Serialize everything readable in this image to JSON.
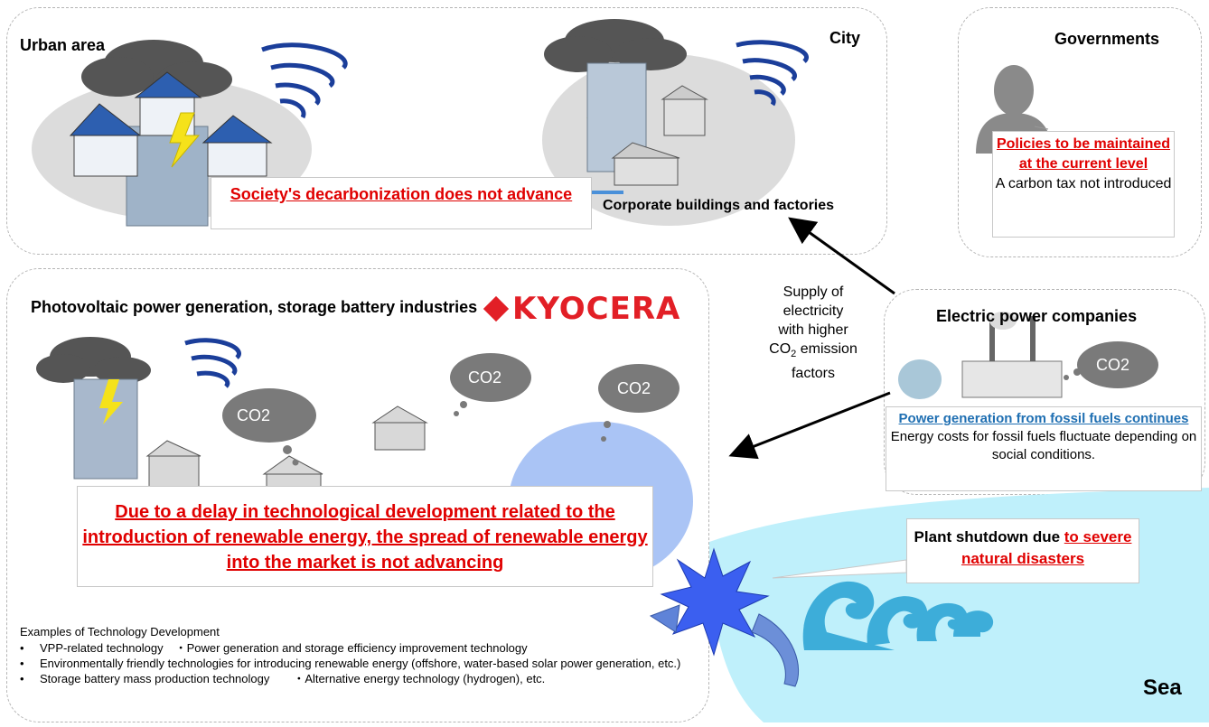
{
  "urban": {
    "label": "Urban area",
    "city_label": "City",
    "callout": "Society's decarbonization does not advance",
    "corporate_label": "Corporate buildings and factories"
  },
  "governments": {
    "title": "Governments",
    "policy": "Policies to be maintained at the current level",
    "tax": "A carbon tax not introduced"
  },
  "pv": {
    "title": "Photovoltaic power generation, storage battery industries",
    "logo": "KYOCERA",
    "callout": "Due to a delay in technological development related to the introduction of renewable energy, the spread of renewable energy into the market is not advancing",
    "examples_title": "Examples of Technology Development",
    "examples": [
      "VPP-related technology　・Power generation and storage efficiency improvement technology",
      "Environmentally friendly technologies for introducing renewable energy (offshore, water-based solar power generation, etc.)",
      "Storage battery mass production technology　　・Alternative energy technology (hydrogen), etc."
    ]
  },
  "supply": {
    "line1": "Supply of",
    "line2": "electricity",
    "line3": "with higher",
    "co2_prefix": "CO",
    "co2_sub": "2",
    "co2_suffix": " emission",
    "line5": "factors"
  },
  "power": {
    "title": "Electric power companies",
    "fossil": "Power generation from fossil fuels continues",
    "costs": "Energy costs for fossil fuels fluctuate depending on social conditions."
  },
  "plant": {
    "prefix": "Plant shutdown due ",
    "red": "to severe natural disasters"
  },
  "clouds": [
    "CO2",
    "CO2",
    "CO2",
    "CO2"
  ],
  "sea": "Sea",
  "colors": {
    "red": "#e00000",
    "blue_link": "#1f6fb2",
    "sea": "#bff0fb",
    "dashed_border": "#b5b5b5",
    "kyocera_red": "#e21f26"
  }
}
